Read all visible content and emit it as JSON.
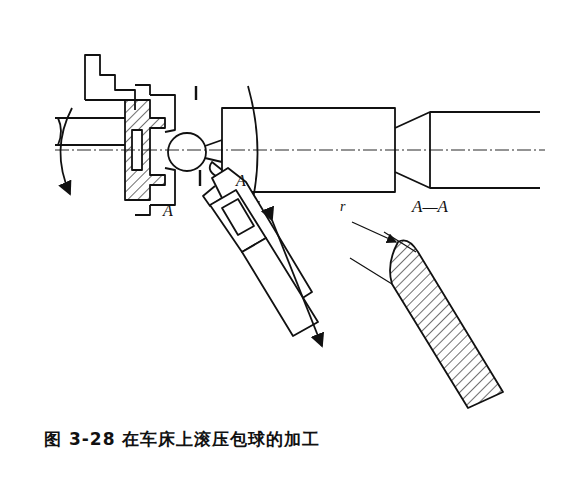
{
  "diagram": {
    "caption": "图 3-28 在车床上滚压包球的加工",
    "labels": [
      "A",
      "A",
      "A—A",
      "r"
    ]
  }
}
